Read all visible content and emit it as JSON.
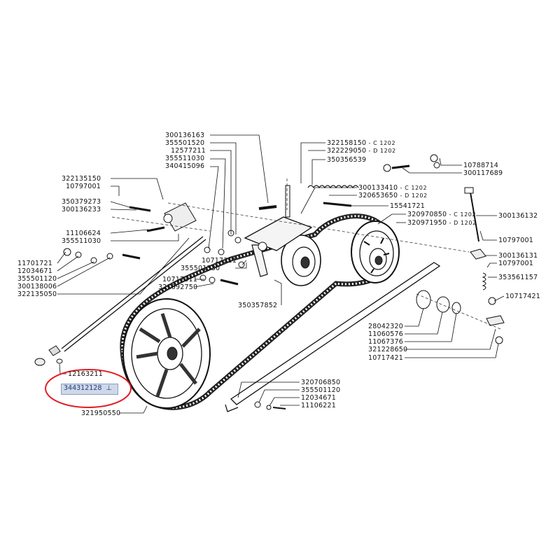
{
  "diagram": {
    "highlight_color": "#e21f26",
    "highlight_fill": "#cfd8e8",
    "highlighted_part": "344312128",
    "callouts": [
      {
        "id": "c01",
        "part": "300136163",
        "suffix": ""
      },
      {
        "id": "c02",
        "part": "355501520",
        "suffix": ""
      },
      {
        "id": "c03",
        "part": "12577211",
        "suffix": ""
      },
      {
        "id": "c04",
        "part": "355511030",
        "suffix": ""
      },
      {
        "id": "c05",
        "part": "340415096",
        "suffix": ""
      },
      {
        "id": "c06",
        "part": "322135150",
        "suffix": ""
      },
      {
        "id": "c07",
        "part": "10797001",
        "suffix": ""
      },
      {
        "id": "c08",
        "part": "350379273",
        "suffix": ""
      },
      {
        "id": "c09",
        "part": "300136233",
        "suffix": ""
      },
      {
        "id": "c10",
        "part": "11106624",
        "suffix": ""
      },
      {
        "id": "c11",
        "part": "355511030",
        "suffix": ""
      },
      {
        "id": "c12",
        "part": "11701721",
        "suffix": ""
      },
      {
        "id": "c13",
        "part": "12034671",
        "suffix": ""
      },
      {
        "id": "c14",
        "part": "355501120",
        "suffix": ""
      },
      {
        "id": "c15",
        "part": "300138006",
        "suffix": ""
      },
      {
        "id": "c16",
        "part": "322135050",
        "suffix": ""
      },
      {
        "id": "c17",
        "part": "10717311",
        "suffix": ""
      },
      {
        "id": "c18",
        "part": "355501330",
        "suffix": ""
      },
      {
        "id": "c19",
        "part": "10717311",
        "suffix": ""
      },
      {
        "id": "c20",
        "part": "321092750",
        "suffix": ""
      },
      {
        "id": "c21",
        "part": "350357852",
        "suffix": ""
      },
      {
        "id": "c22",
        "part": "322158150",
        "suffix": "- C 1202"
      },
      {
        "id": "c23",
        "part": "322229050",
        "suffix": "- D 1202"
      },
      {
        "id": "c24",
        "part": "350356539",
        "suffix": ""
      },
      {
        "id": "c25",
        "part": "300133410",
        "suffix": "- C 1202"
      },
      {
        "id": "c26",
        "part": "320653650",
        "suffix": "- D 1202"
      },
      {
        "id": "c27",
        "part": "15541721",
        "suffix": ""
      },
      {
        "id": "c28",
        "part": "320970850",
        "suffix": "- C 1202"
      },
      {
        "id": "c29",
        "part": "320971950",
        "suffix": "- D 1202"
      },
      {
        "id": "c30",
        "part": "10788714",
        "suffix": ""
      },
      {
        "id": "c31",
        "part": "300117689",
        "suffix": ""
      },
      {
        "id": "c32",
        "part": "300136132",
        "suffix": ""
      },
      {
        "id": "c33",
        "part": "10797001",
        "suffix": ""
      },
      {
        "id": "c34",
        "part": "300136131",
        "suffix": ""
      },
      {
        "id": "c35",
        "part": "10797001",
        "suffix": ""
      },
      {
        "id": "c36",
        "part": "353561157",
        "suffix": ""
      },
      {
        "id": "c37",
        "part": "10717421",
        "suffix": ""
      },
      {
        "id": "c38",
        "part": "28042320",
        "suffix": ""
      },
      {
        "id": "c39",
        "part": "11060576",
        "suffix": ""
      },
      {
        "id": "c40",
        "part": "11067376",
        "suffix": ""
      },
      {
        "id": "c41",
        "part": "321228650",
        "suffix": ""
      },
      {
        "id": "c42",
        "part": "10717421",
        "suffix": ""
      },
      {
        "id": "c43",
        "part": "12163211",
        "suffix": ""
      },
      {
        "id": "c44",
        "part": "320706850",
        "suffix": ""
      },
      {
        "id": "c45",
        "part": "355501120",
        "suffix": ""
      },
      {
        "id": "c46",
        "part": "12034671",
        "suffix": ""
      },
      {
        "id": "c47",
        "part": "11106221",
        "suffix": ""
      },
      {
        "id": "c48",
        "part": "321950550",
        "suffix": ""
      }
    ]
  }
}
